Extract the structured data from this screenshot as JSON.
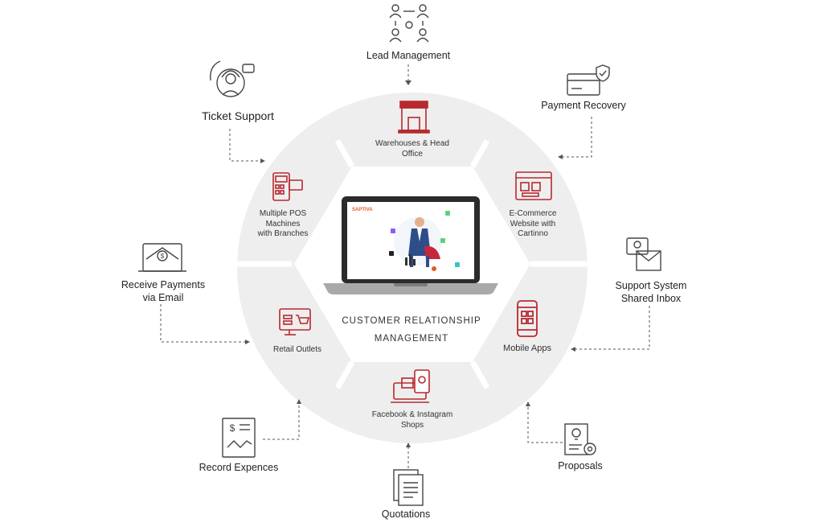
{
  "center": {
    "title_line1": "CUSTOMER RELATIONSHIP",
    "title_line2": "MANAGEMENT",
    "brand": "SAPTIVA"
  },
  "inner": {
    "warehouses": {
      "line1": "Warehouses & Head",
      "line2": "Office"
    },
    "ecommerce": {
      "line1": "E-Commerce",
      "line2": "Website with",
      "line3": "Cartinno"
    },
    "mobile": {
      "line1": "Mobile Apps"
    },
    "facebook": {
      "line1": "Facebook & Instagram",
      "line2": "Shops"
    },
    "retail": {
      "line1": "Retail Outlets"
    },
    "pos": {
      "line1": "Multiple POS",
      "line2": "Machines",
      "line3": "with Branches"
    }
  },
  "outer": {
    "lead": {
      "line1": "Lead Management"
    },
    "payment_recovery": {
      "line1": "Payment Recovery"
    },
    "support_inbox": {
      "line1": "Support System",
      "line2": "Shared Inbox"
    },
    "proposals": {
      "line1": "Proposals"
    },
    "quotations": {
      "line1": "Quotations"
    },
    "expences": {
      "line1": "Record Expences"
    },
    "receive_payments": {
      "line1": "Receive Payments",
      "line2": "via Email"
    },
    "ticket": {
      "line1": "Ticket Support"
    }
  },
  "colors": {
    "accent": "#b8292f",
    "ring": "#eeeeee",
    "outline": "#444444"
  }
}
